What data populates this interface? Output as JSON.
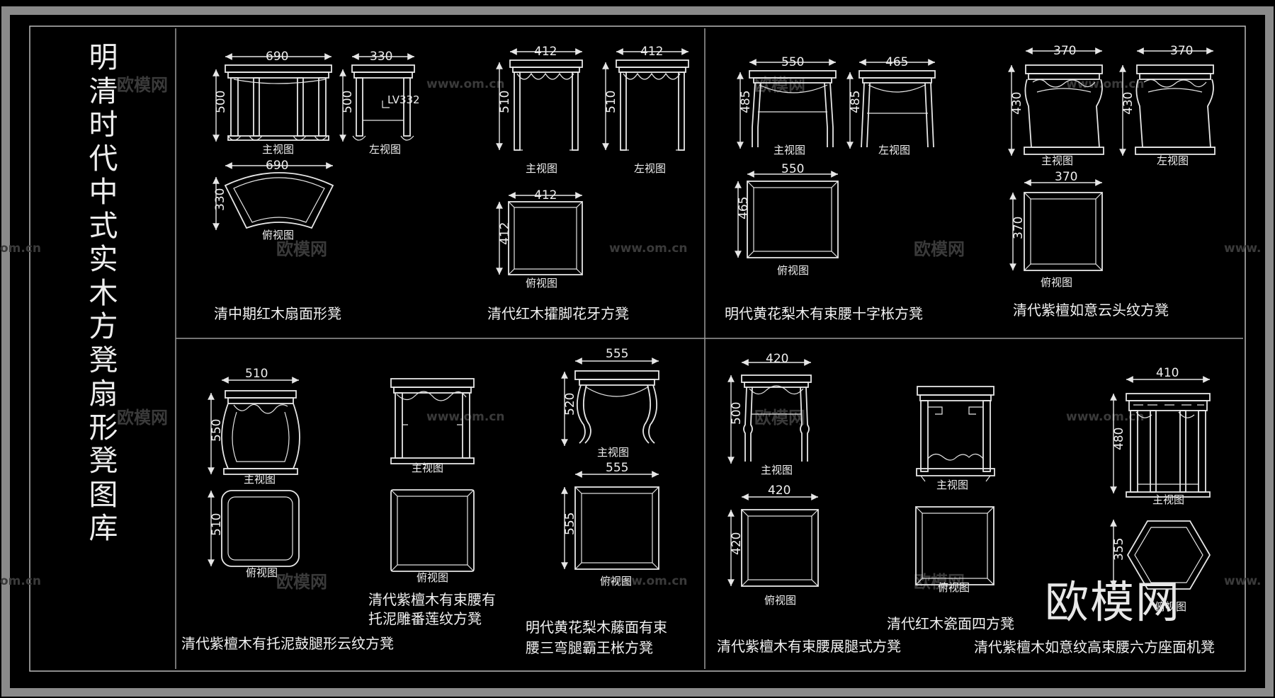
{
  "title": [
    "明",
    "清",
    "时",
    "代",
    "中",
    "式",
    "实",
    "木",
    "方",
    "凳",
    "扇",
    "形",
    "凳",
    "图",
    "库"
  ],
  "labels": {
    "front": "主视图",
    "left": "左视图",
    "top": "俯视图"
  },
  "level_marker": "LV332",
  "dims": {
    "a_w": "690",
    "a_h": "500",
    "a_sw": "330",
    "a_sh": "500",
    "a_tw": "690",
    "a_td": "330",
    "b_w1": "412",
    "b_h1": "510",
    "b_w2": "412",
    "b_h2": "510",
    "b_tw": "412",
    "b_td": "412",
    "c_w1": "550",
    "c_h1": "485",
    "c_w2": "465",
    "c_h2": "485",
    "c_tw": "550",
    "c_td": "465",
    "d_w1": "370",
    "d_h1": "430",
    "d_w2": "370",
    "d_h2": "430",
    "d_tw": "370",
    "d_td": "370",
    "e_w": "510",
    "e_h": "550",
    "e_td": "510",
    "g_w": "555",
    "g_h": "520",
    "g_tw": "555",
    "g_td": "555",
    "h_w": "420",
    "h_h": "500",
    "h_tw": "420",
    "h_td": "420",
    "j_w": "410",
    "j_h": "480",
    "j_td": "355"
  },
  "captions": {
    "a": "清中期红木扇面形凳",
    "b": "清代红木攉脚花牙方凳",
    "c": "明代黄花梨木有束腰十字枨方凳",
    "d": "清代紫檀如意云头纹方凳",
    "e": "清代紫檀木有托泥鼓腿形云纹方凳",
    "f1": "清代紫檀木有束腰有",
    "f2": "托泥雕番莲纹方凳",
    "g1": "明代黄花梨木藤面有束",
    "g2": "腰三弯腿霸王枨方凳",
    "h": "清代紫檀木有束腰展腿式方凳",
    "i": "清代红木瓷面四方凳",
    "j": "清代紫檀木如意纹高束腰六方座面机凳"
  },
  "watermarks": {
    "brand": "欧模网",
    "url": "www.om.cn",
    "url_cut": "om.cn",
    "url_left": "www.",
    "brand_big": "欧模网"
  },
  "colors": {
    "background": "#000000",
    "frame_outer": "#8a8a8a",
    "line": "#e6e6e6",
    "divider": "#9a9a9a",
    "watermark": "#3a3a3a"
  }
}
